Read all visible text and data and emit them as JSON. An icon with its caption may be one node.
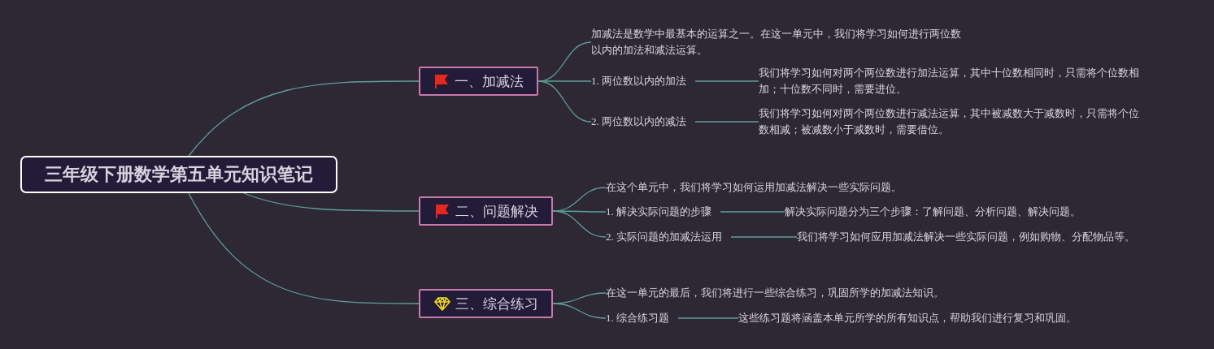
{
  "diagram": {
    "nodes": [
      {
        "text": [
          "三年级下册数学第五单元知识笔记"
        ]
      },
      {
        "text": [
          "一、加减法"
        ]
      },
      {
        "text": [
          "加减法是数学中最基本的运算之一。在这一单元中，我们将学习如何进行两位数以内的加法和减法运算。"
        ]
      },
      {
        "text": [
          "1. 两位数以内的加法"
        ]
      },
      {
        "text": [
          "我们将学习如何对两个两位数进行加法运算，其中十位数相同时，只需将个位数相加；十位数不同时，需要进位。"
        ]
      },
      {
        "text": [
          "2. 两位数以内的减法"
        ]
      },
      {
        "text": [
          "我们将学习如何对两个两位数进行减法运算，其中被减数大于减数时，只需将个位数相减；被减数小于减数时，需要借位。"
        ]
      },
      {
        "text": [
          "二、问题解决"
        ]
      },
      {
        "text": [
          "在这个单元中，我们将学习如何运用加减法解决一些实际问题。"
        ]
      },
      {
        "text": [
          "1. 解决实际问题的步骤"
        ]
      },
      {
        "text": [
          "解决实际问题分为三个步骤：了解问题、分析问题、解决问题。"
        ]
      },
      {
        "text": [
          "2. 实际问题的加减法运用"
        ]
      },
      {
        "text": [
          "我们将学习如何应用加减法解决一些实际问题，例如购物、分配物品等。"
        ]
      },
      {
        "text": [
          "三、综合练习"
        ]
      },
      {
        "text": [
          "在这一单元的最后，我们将进行一些综合练习，巩固所学的加减法知识。"
        ]
      },
      {
        "text": [
          "1. 综合练习题"
        ]
      },
      {
        "text": [
          "这些练习题将涵盖本单元所学的所有知识点，帮助我们进行复习和巩固。"
        ]
      }
    ],
    "edges": [
      {
        "from": 0,
        "to": 1,
        "arrow": "none"
      },
      {
        "from": 0,
        "to": 7,
        "arrow": "none"
      },
      {
        "from": 0,
        "to": 13,
        "arrow": "none"
      },
      {
        "from": 1,
        "to": 2,
        "arrow": "none"
      },
      {
        "from": 1,
        "to": 3,
        "arrow": "none"
      },
      {
        "from": 1,
        "to": 5,
        "arrow": "none"
      },
      {
        "from": 3,
        "to": 4,
        "arrow": "none"
      },
      {
        "from": 5,
        "to": 6,
        "arrow": "none"
      },
      {
        "from": 7,
        "to": 8,
        "arrow": "none"
      },
      {
        "from": 7,
        "to": 9,
        "arrow": "none"
      },
      {
        "from": 7,
        "to": 11,
        "arrow": "none"
      },
      {
        "from": 9,
        "to": 10,
        "arrow": "none"
      },
      {
        "from": 11,
        "to": 12,
        "arrow": "none"
      },
      {
        "from": 13,
        "to": 14,
        "arrow": "none"
      },
      {
        "from": 13,
        "to": 15,
        "arrow": "none"
      },
      {
        "from": 15,
        "to": 16,
        "arrow": "none"
      }
    ]
  }
}
